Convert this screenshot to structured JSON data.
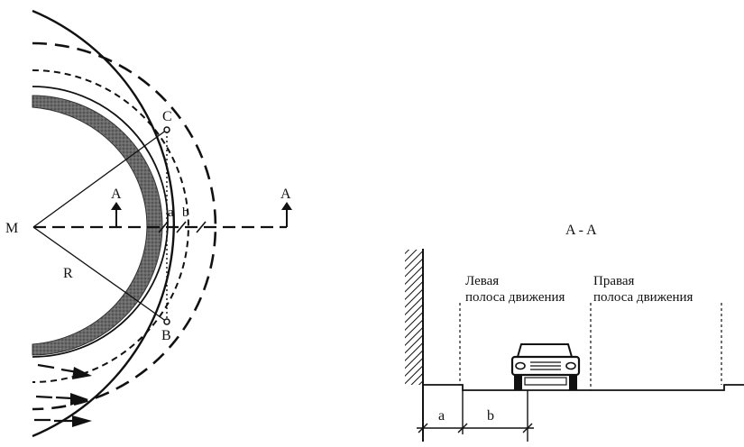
{
  "plan_view": {
    "center_label": "M",
    "radius_label": "R",
    "point_top_label": "C",
    "point_bottom_label": "B",
    "width_a_label": "a",
    "width_b_label": "b",
    "section_mark_left": "A",
    "section_mark_right": "A",
    "colors": {
      "ink": "#111111",
      "curb_fill": "#555555"
    }
  },
  "section_view": {
    "title": "A - A",
    "left_lane_line1": "Левая",
    "left_lane_line2": "полоса движения",
    "right_lane_line1": "Правая",
    "right_lane_line2": "полоса движения",
    "dim_a_label": "a",
    "dim_b_label": "b"
  }
}
